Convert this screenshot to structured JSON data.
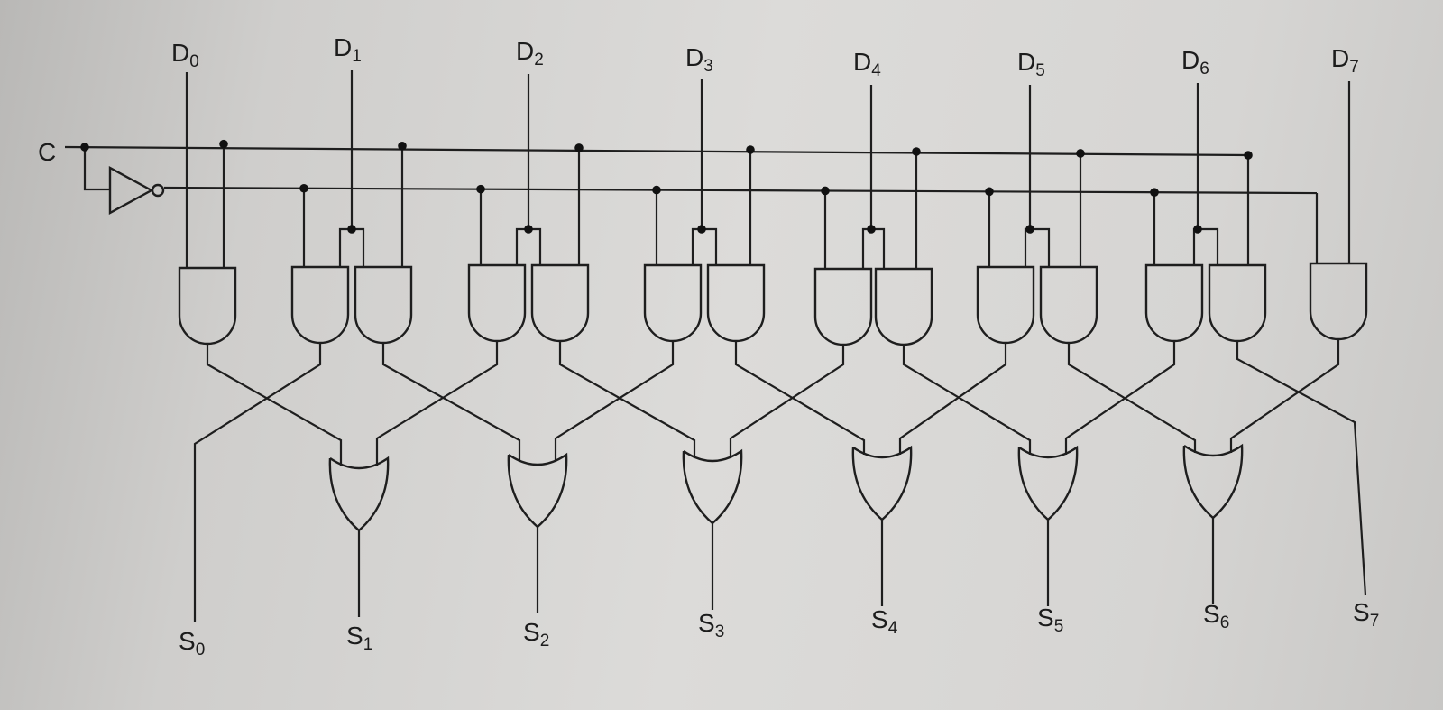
{
  "control_label": "C",
  "inputs": [
    {
      "base": "D",
      "sub": "0"
    },
    {
      "base": "D",
      "sub": "1"
    },
    {
      "base": "D",
      "sub": "2"
    },
    {
      "base": "D",
      "sub": "3"
    },
    {
      "base": "D",
      "sub": "4"
    },
    {
      "base": "D",
      "sub": "5"
    },
    {
      "base": "D",
      "sub": "6"
    },
    {
      "base": "D",
      "sub": "7"
    }
  ],
  "outputs": [
    {
      "base": "S",
      "sub": "0"
    },
    {
      "base": "S",
      "sub": "1"
    },
    {
      "base": "S",
      "sub": "2"
    },
    {
      "base": "S",
      "sub": "3"
    },
    {
      "base": "S",
      "sub": "4"
    },
    {
      "base": "S",
      "sub": "5"
    },
    {
      "base": "S",
      "sub": "6"
    },
    {
      "base": "S",
      "sub": "7"
    }
  ],
  "colors": {
    "ink": "#1e1e1e",
    "paper": "#d9d8d6"
  }
}
